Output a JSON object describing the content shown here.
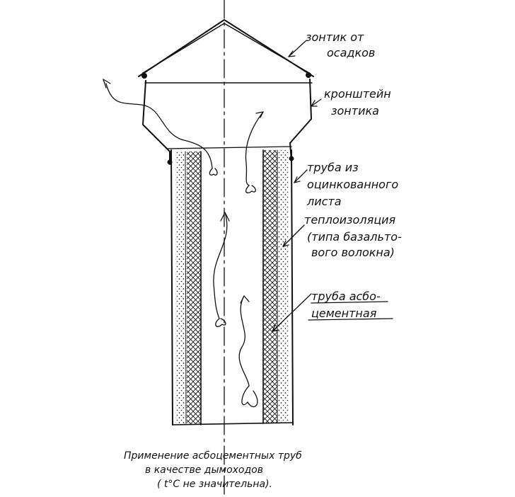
{
  "labels": {
    "umbrella": [
      "зонтик от",
      "осадков"
    ],
    "bracket": [
      "кронштейн",
      "зонтика"
    ],
    "outer_pipe": [
      "труба из",
      "оцинкованного",
      "листа"
    ],
    "insulation": [
      "теплоизоляция",
      "(типа базальто-",
      "вого волокна)"
    ],
    "asbestos_pipe": [
      "труба асбо-",
      "цементная"
    ]
  },
  "caption": [
    "Применение асбоцементных труб",
    "в качестве дымоходов",
    "( t°C не значительна)."
  ],
  "colors": {
    "ink": "#111111",
    "paper": "#ffffff"
  }
}
